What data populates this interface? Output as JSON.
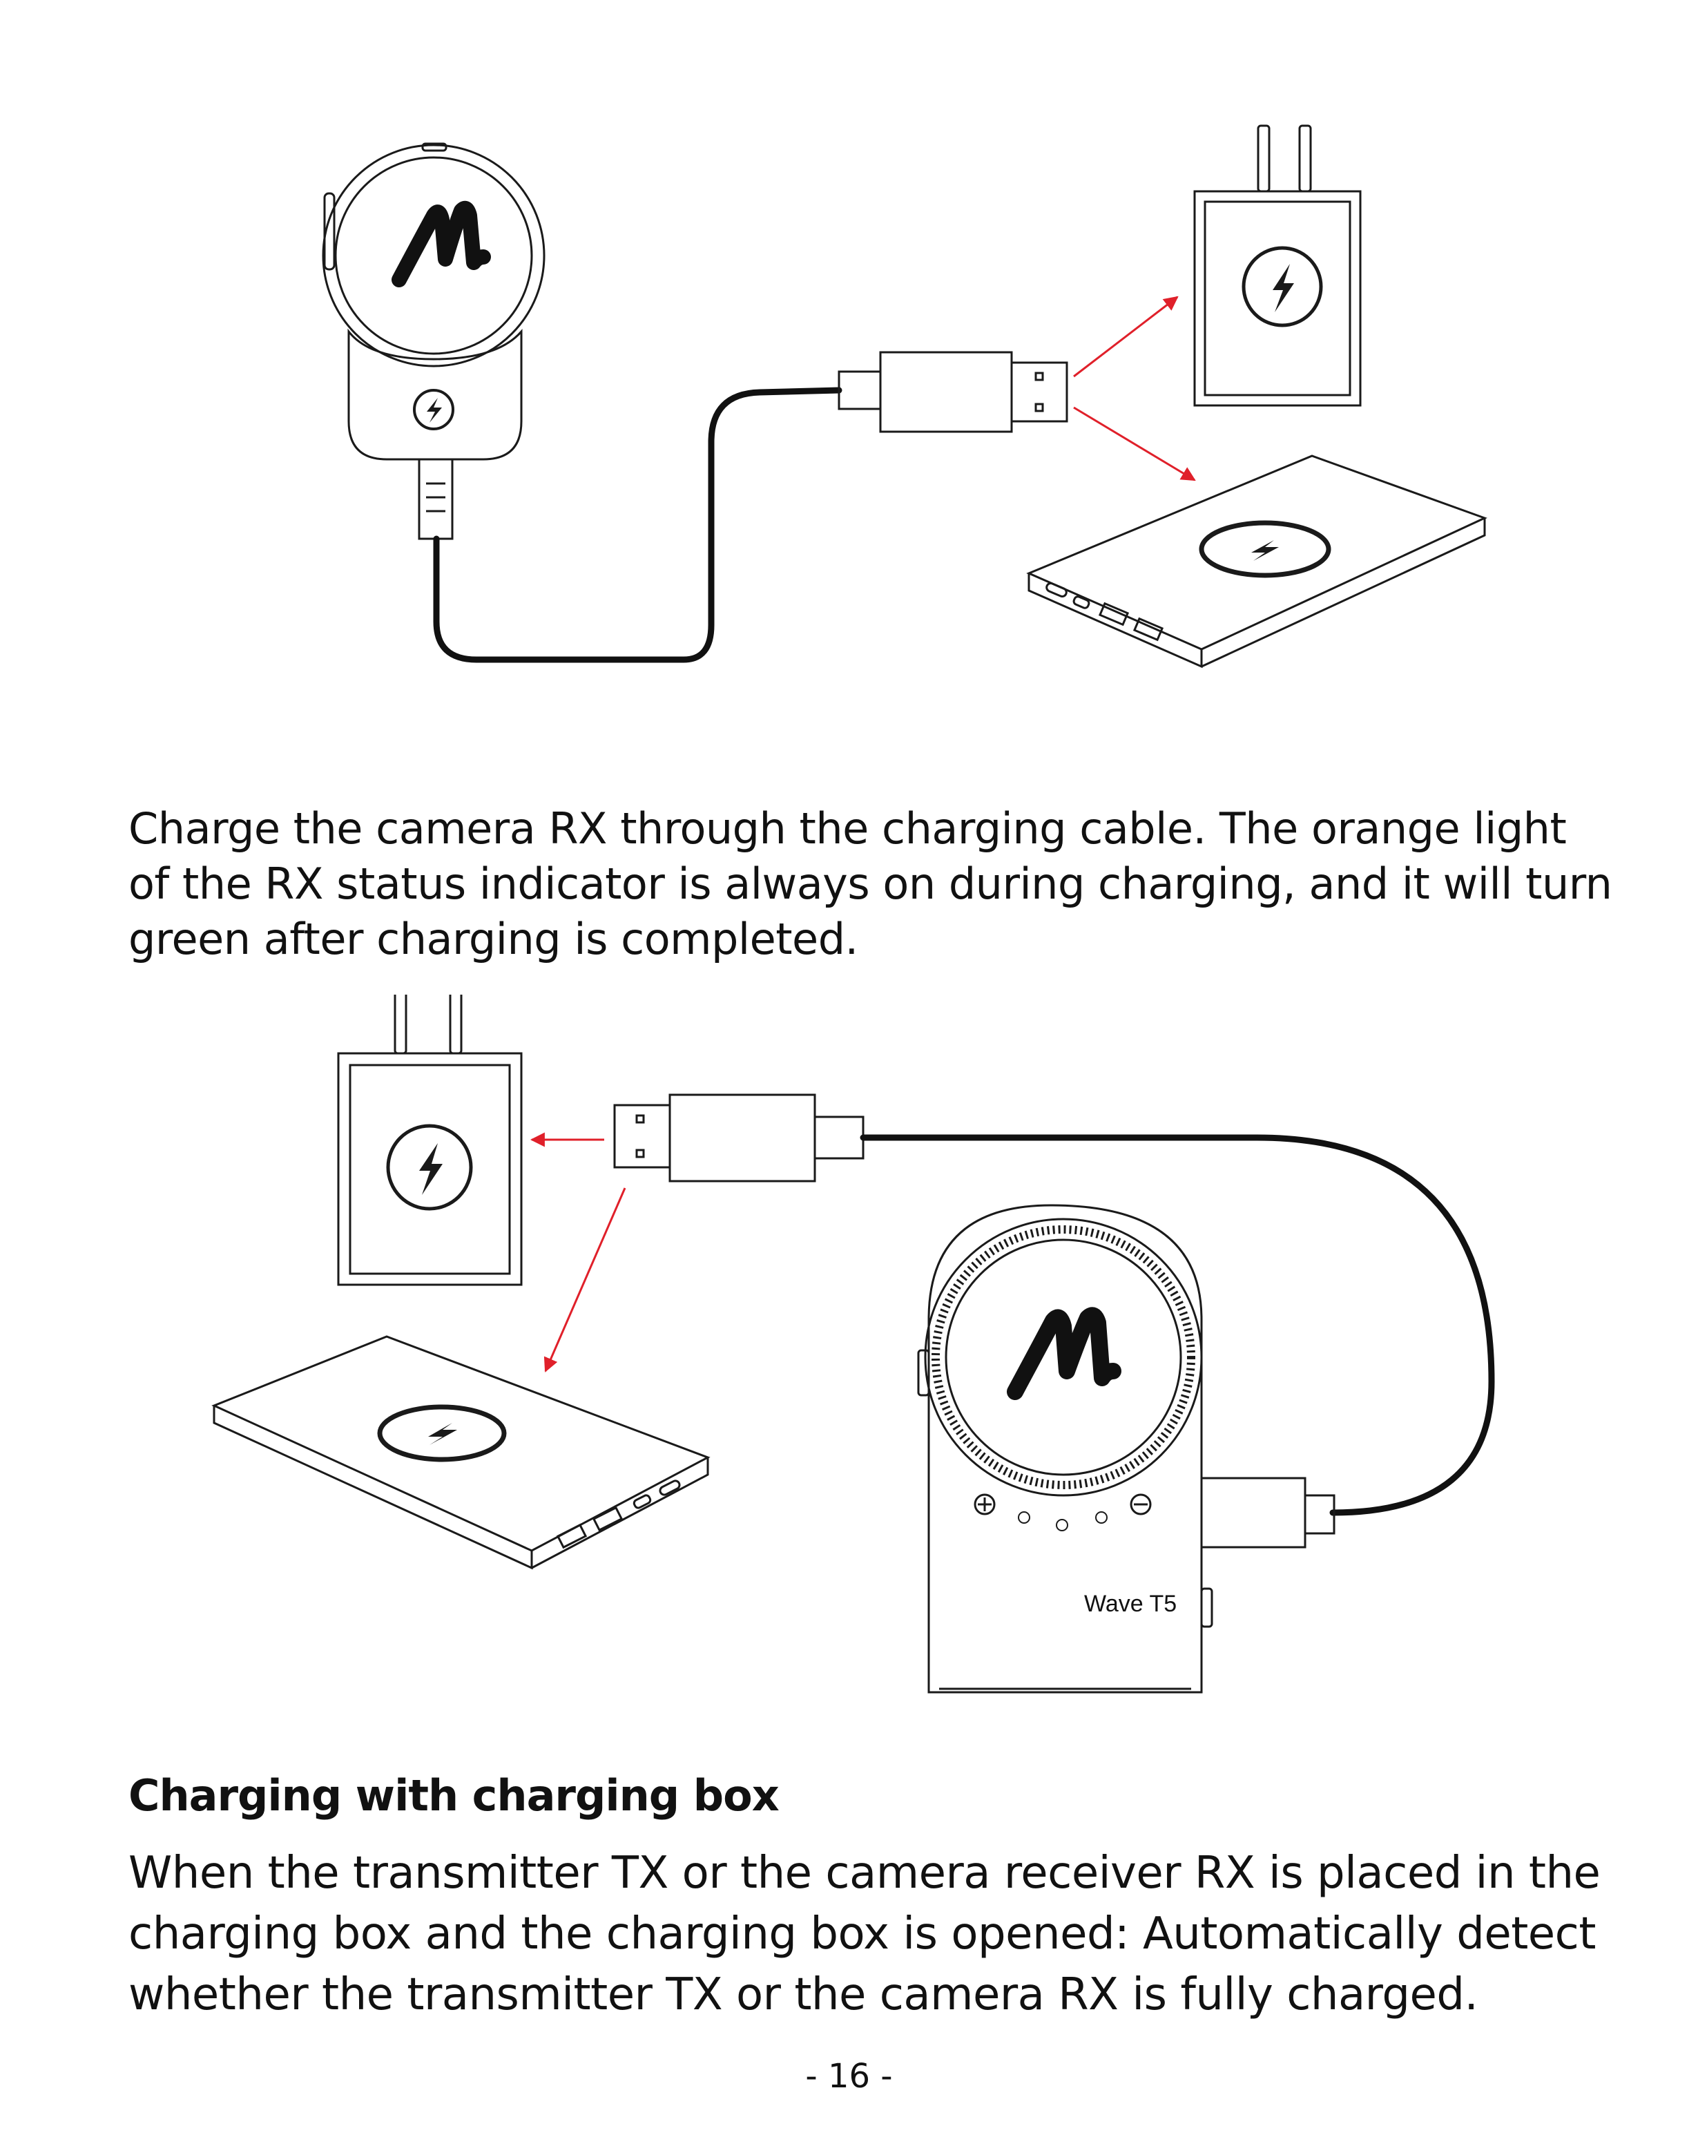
{
  "figure_top": {
    "arrow_color": "#e0202a",
    "icons": [
      "rx-receiver",
      "wall-charger",
      "power-bank",
      "usb-plug",
      "lightning-icon",
      "maono-logo"
    ]
  },
  "paragraph_1": "Charge the camera RX through the charging cable. The orange light of the RX status indicator is always on during charging, and it will turn green after charging is completed.",
  "figure_bottom": {
    "device_label": "Wave T5",
    "arrow_color": "#e0202a",
    "icons": [
      "wall-charger",
      "power-bank",
      "usb-plug",
      "charging-box",
      "plus-button",
      "minus-button",
      "maono-logo"
    ]
  },
  "section_heading": "Charging with charging box",
  "paragraph_2": "When the transmitter TX or the camera receiver RX is placed in the charging box and the charging box is opened: Automatically detect whether the transmitter TX or the camera RX is fully charged.",
  "page_number": "- 16 -"
}
